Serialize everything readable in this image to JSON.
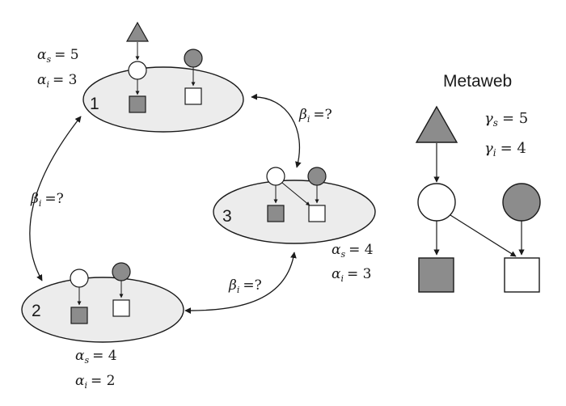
{
  "title": "Metaweb",
  "metaweb": {
    "gamma_s": "γs = 5",
    "gamma_i": "γi = 4",
    "gamma_s_sym": "γ",
    "gamma_s_sub": "s",
    "gamma_s_val": "= 5",
    "gamma_i_sym": "γ",
    "gamma_i_sub": "i",
    "gamma_i_val": "= 4"
  },
  "communities": [
    {
      "id": "1",
      "alpha_s_sym": "α",
      "alpha_s_sub": "s",
      "alpha_s_val": "= 5",
      "alpha_i_sym": "α",
      "alpha_i_sub": "i",
      "alpha_i_val": "= 3"
    },
    {
      "id": "2",
      "alpha_s_sym": "α",
      "alpha_s_sub": "s",
      "alpha_s_val": "= 4",
      "alpha_i_sym": "α",
      "alpha_i_sub": "i",
      "alpha_i_val": "= 2"
    },
    {
      "id": "3",
      "alpha_s_sym": "α",
      "alpha_s_sub": "s",
      "alpha_s_val": "= 4",
      "alpha_i_sym": "α",
      "alpha_i_sub": "i",
      "alpha_i_val": "= 3"
    }
  ],
  "beta_labels": [
    {
      "sym": "β",
      "sub": "i",
      "val": "=?"
    },
    {
      "sym": "β",
      "sub": "i",
      "val": "=?"
    },
    {
      "sym": "β",
      "sub": "i",
      "val": "=?"
    }
  ],
  "colors": {
    "ellipse_fill": "#ececec",
    "node_gray": "#8c8c8c",
    "stroke": "#1a1a1a",
    "white": "#ffffff"
  }
}
